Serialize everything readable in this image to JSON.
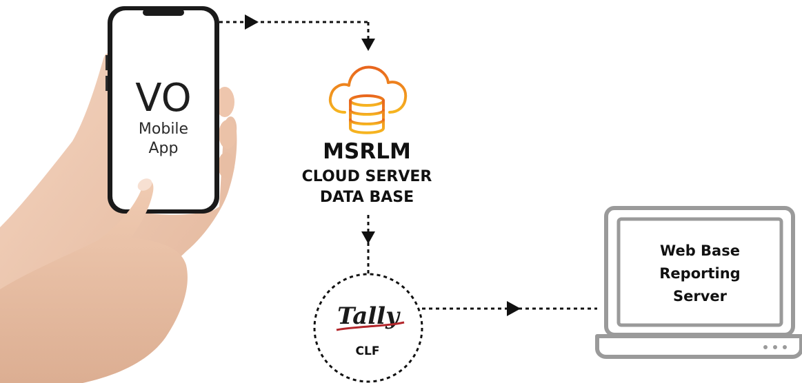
{
  "phone": {
    "title": "VO",
    "line1": "Mobile",
    "line2": "App"
  },
  "cloud": {
    "title": "MSRLM",
    "line1": "CLOUD SERVER",
    "line2": "DATA BASE",
    "icon": "cloud-database-icon",
    "accent_top": "#e86a1e",
    "accent_bottom": "#f5b321"
  },
  "tally": {
    "logo_text": "Tally",
    "label": "CLF"
  },
  "laptop": {
    "line1": "Web Base",
    "line2": "Reporting",
    "line3": "Server"
  },
  "colors": {
    "connector": "#111111",
    "laptop_frame": "#9a9a9a",
    "phone_body": "#1a1a1a"
  }
}
